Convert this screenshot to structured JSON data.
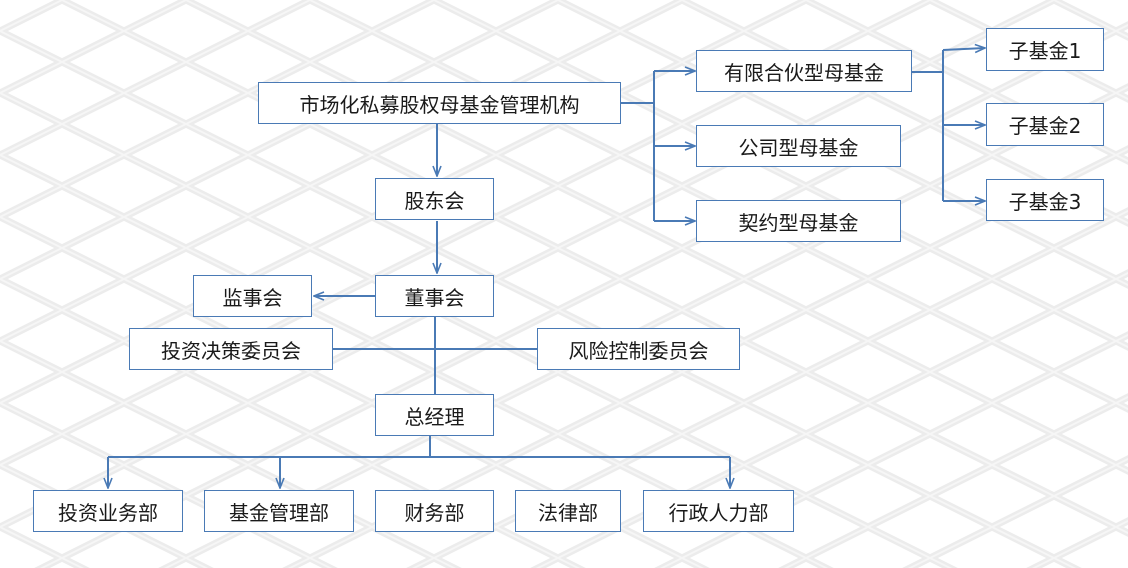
{
  "diagram": {
    "nodes": {
      "root": "市场化私募股权母基金管理机构",
      "shareholders": "股东会",
      "board": "董事会",
      "supervisors": "监事会",
      "investment_committee": "投资决策委员会",
      "risk_committee": "风险控制委员会",
      "general_manager": "总经理",
      "dept_investment": "投资业务部",
      "dept_fund_management": "基金管理部",
      "dept_finance": "财务部",
      "dept_legal": "法律部",
      "dept_admin_hr": "行政人力部",
      "fund_lp": "有限合伙型母基金",
      "fund_company": "公司型母基金",
      "fund_contract": "契约型母基金",
      "subfund_1": "子基金1",
      "subfund_2": "子基金2",
      "subfund_3": "子基金3"
    },
    "colors": {
      "line": "#4a7ab5",
      "border": "#4a7ab5",
      "text": "#1a1a1a",
      "pattern": "#ececec"
    }
  }
}
